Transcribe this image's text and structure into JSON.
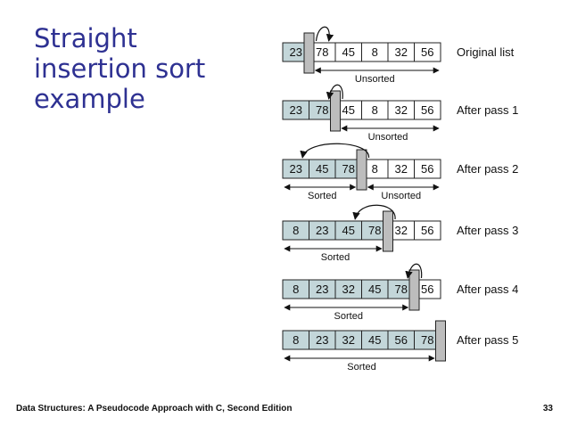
{
  "slide": {
    "title_lines": [
      "Straight",
      "insertion sort",
      "example"
    ],
    "footer": "Data Structures: A Pseudocode Approach with C, Second Edition",
    "page_number": "33"
  },
  "diagram": {
    "colors": {
      "sorted_fill": "#c3d6d9",
      "wall_fill": "#bdbdbd",
      "border": "#222222"
    },
    "rows": [
      {
        "label": "Original list",
        "values": [
          "23",
          "78",
          "45",
          "8",
          "32",
          "56"
        ],
        "sorted_count": 1,
        "sorted_label": "",
        "unsorted_label": "Unsorted",
        "insert_arrow": true
      },
      {
        "label": "After pass 1",
        "values": [
          "23",
          "78",
          "45",
          "8",
          "32",
          "56"
        ],
        "sorted_count": 2,
        "sorted_label": "",
        "unsorted_label": "Unsorted",
        "insert_arrow": true
      },
      {
        "label": "After pass 2",
        "values": [
          "23",
          "45",
          "78",
          "8",
          "32",
          "56"
        ],
        "sorted_count": 3,
        "sorted_label": "Sorted",
        "unsorted_label": "Unsorted",
        "insert_arrow": true
      },
      {
        "label": "After pass 3",
        "values": [
          "8",
          "23",
          "45",
          "78",
          "32",
          "56"
        ],
        "sorted_count": 4,
        "sorted_label": "Sorted",
        "unsorted_label": "",
        "insert_arrow": true
      },
      {
        "label": "After pass 4",
        "values": [
          "8",
          "23",
          "32",
          "45",
          "78",
          "56"
        ],
        "sorted_count": 5,
        "sorted_label": "Sorted",
        "unsorted_label": "",
        "insert_arrow": true
      },
      {
        "label": "After pass 5",
        "values": [
          "8",
          "23",
          "32",
          "45",
          "56",
          "78"
        ],
        "sorted_count": 6,
        "sorted_label": "Sorted",
        "unsorted_label": "",
        "insert_arrow": false
      }
    ]
  }
}
